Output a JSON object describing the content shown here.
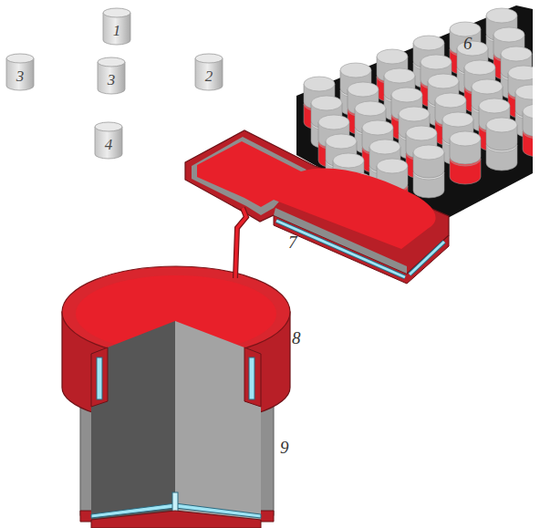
{
  "diagram": {
    "nodes": [
      {
        "text": [
          "1"
        ]
      },
      {
        "text": [
          "3"
        ]
      },
      {
        "text": [
          "3"
        ]
      },
      {
        "text": [
          "2"
        ]
      },
      {
        "text": [
          "4"
        ]
      }
    ],
    "labels": [
      "6",
      "7",
      "8",
      "9"
    ]
  }
}
